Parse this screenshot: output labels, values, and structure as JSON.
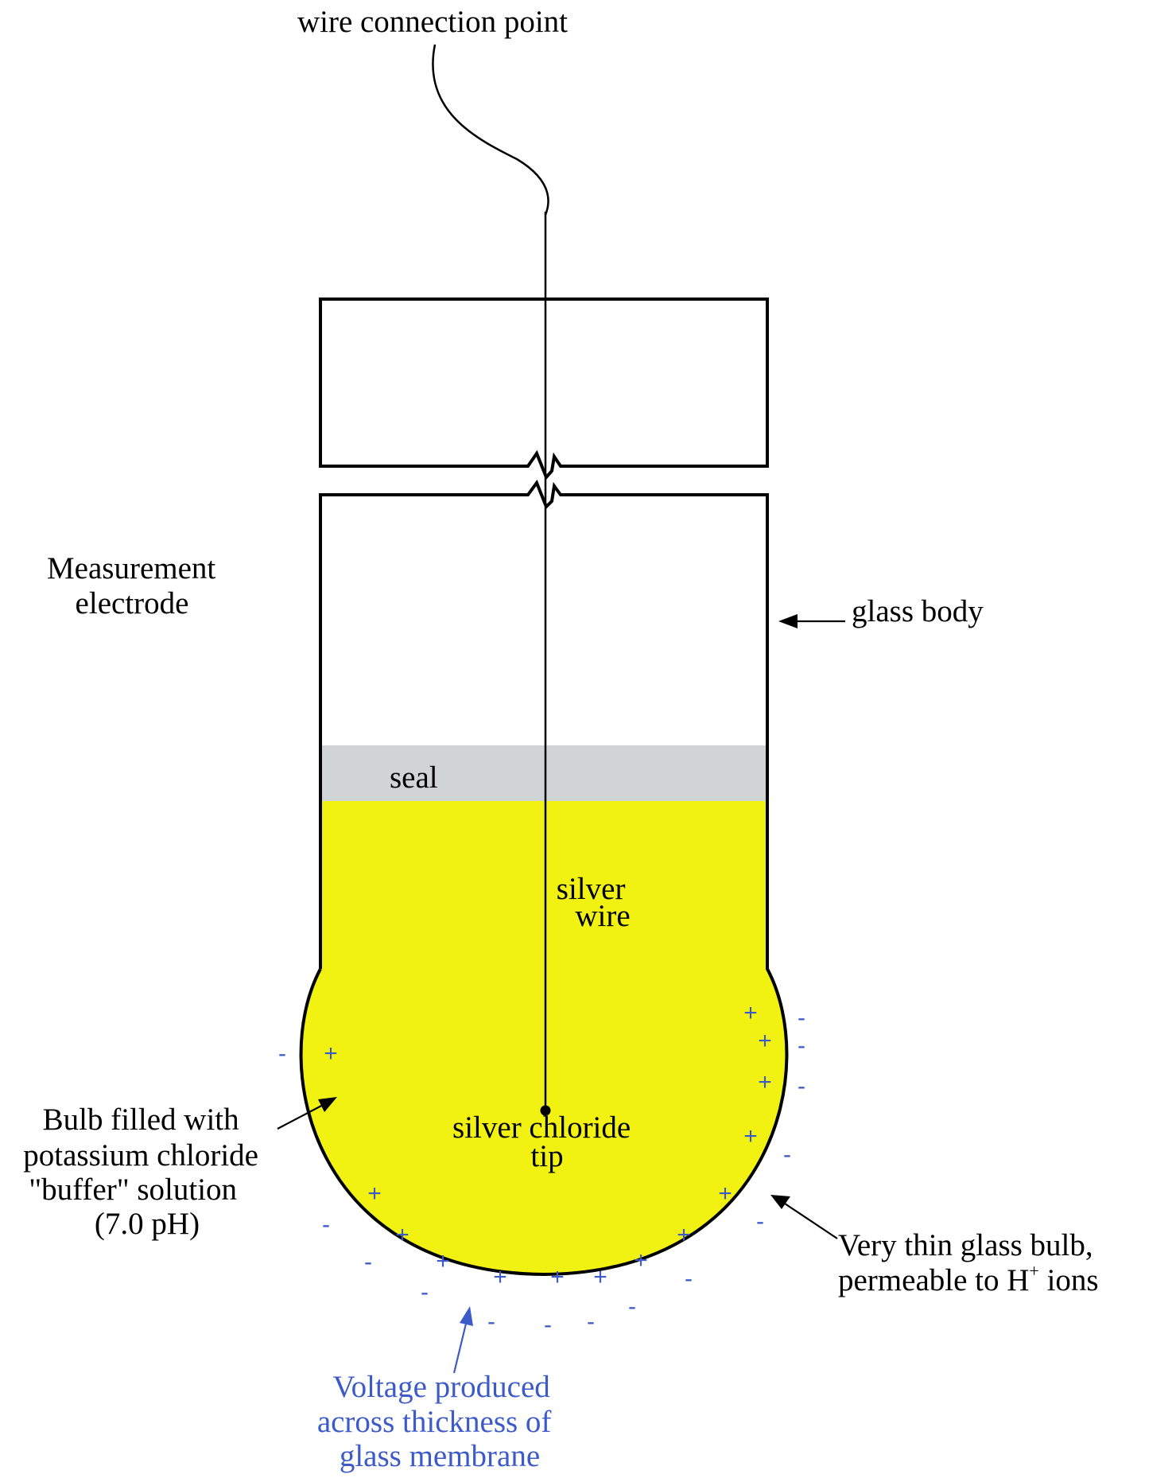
{
  "labels": {
    "wire_connection": "wire connection point",
    "measurement_title": [
      "Measurement",
      "electrode"
    ],
    "glass_body": "glass body",
    "seal": "seal",
    "silver_wire": [
      "silver",
      "wire"
    ],
    "silver_chloride_tip": [
      "silver chloride",
      "tip"
    ],
    "bulb_filled": [
      "Bulb filled with",
      "potassium chloride",
      "\"buffer\" solution",
      "(7.0 pH)"
    ],
    "thin_bulb": {
      "line1": "Very thin glass bulb,",
      "line2_pre": "permeable to H",
      "superscript": "+",
      "line2_post": " ions"
    },
    "voltage": [
      "Voltage produced",
      "across thickness of",
      "glass membrane"
    ]
  },
  "charge_symbols": {
    "plus": "+",
    "minus": "-"
  },
  "colors": {
    "solution": "#F2F212",
    "seal": "#D1D4D4",
    "charge": "#3D5BC8",
    "outline": "#000000"
  }
}
